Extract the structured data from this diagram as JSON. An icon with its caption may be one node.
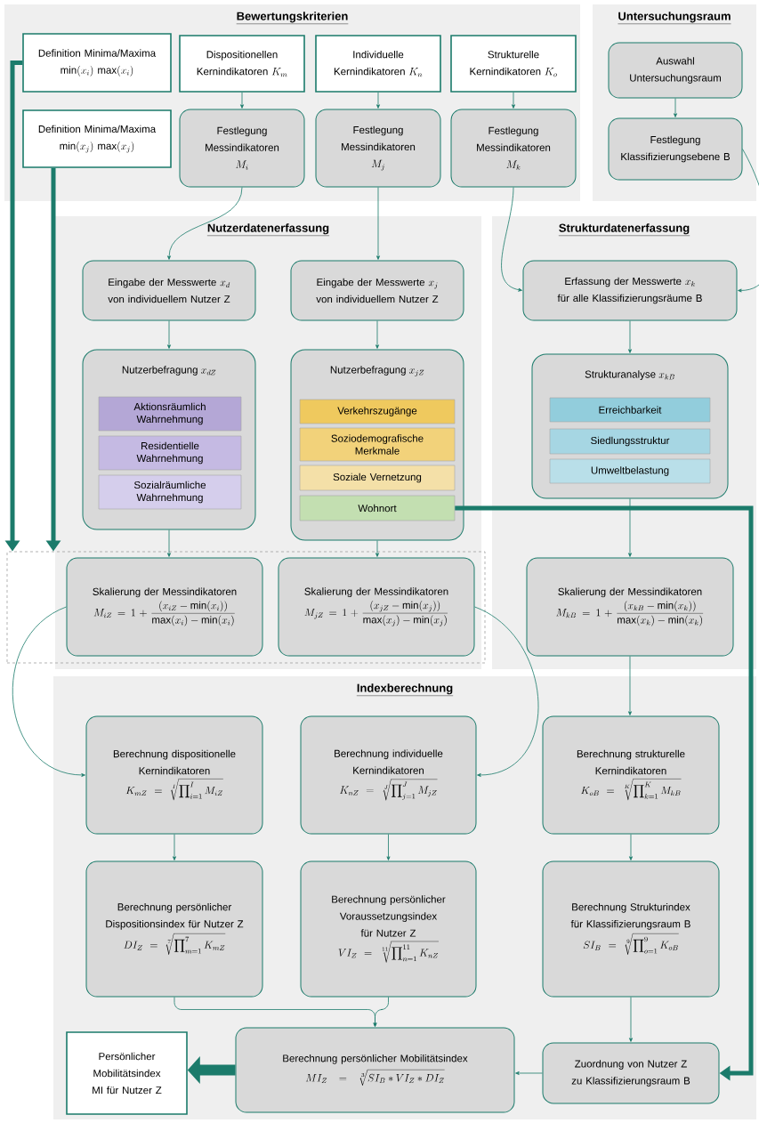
{
  "diagram": {
    "nodes": [
      {
        "text": [
          "Bewertungskriterien"
        ]
      },
      {
        "text": [
          "Definition Minima/Maxima",
          "\\min(x_i)\\,\\max(x_i)"
        ],
        "in": 0
      },
      {
        "text": [
          "Definition Minima/Maxima",
          "\\min(x_j)\\,\\max(x_j)"
        ],
        "in": 0
      },
      {
        "text": [
          "Dispositionellen Kernindikatoren",
          "K_m"
        ],
        "in": 0
      },
      {
        "text": [
          "Individuelle Kernindikatoren",
          "K_n"
        ],
        "in": 0
      },
      {
        "text": [
          "Strukturelle Kernindikatoren",
          "K_o"
        ],
        "in": 0
      },
      {
        "text": [
          "Festlegung Messindikatoren",
          "M_i"
        ],
        "in": 0
      },
      {
        "text": [
          "Festlegung Messindikatoren",
          "M_j"
        ],
        "in": 0
      },
      {
        "text": [
          "Festlegung Messindikatoren",
          "M_k"
        ],
        "in": 0
      },
      {
        "text": [
          "Untersuchungsraum"
        ]
      },
      {
        "text": [
          "Auswahl Untersuchungsraum"
        ],
        "in": 9
      },
      {
        "text": [
          "Festlegung Klassifizierungsebene B"
        ],
        "in": 9
      },
      {
        "text": [
          "Nutzerdatenerfassung"
        ]
      },
      {
        "text": [
          "Eingabe der Messwerte",
          "x_d",
          "von individuellem Nutzer Z"
        ],
        "in": 12
      },
      {
        "text": [
          "Eingabe der Messwerte",
          "x_j",
          "von individuellem Nutzer Z"
        ],
        "in": 12
      },
      {
        "text": [
          "Strukturdatenerfassung"
        ]
      },
      {
        "text": [
          "Erfassung der Messwerte",
          "x_k",
          "für alle Klassifizierungsräume B"
        ],
        "in": 15
      },
      {
        "text": [
          "Nutzerbefragung",
          "x_{dZ}"
        ],
        "in": 12
      },
      {
        "text": [
          "Aktionsräumlich Wahrnehmung"
        ],
        "in": 17
      },
      {
        "text": [
          "Residentielle Wahrnehmung"
        ],
        "in": 17
      },
      {
        "text": [
          "Sozialräumliche Wahrnehmung"
        ],
        "in": 17
      },
      {
        "text": [
          "Nutzerbefragung",
          "x_{jZ}"
        ],
        "in": 12
      },
      {
        "text": [
          "Verkehrszugänge"
        ],
        "in": 21
      },
      {
        "text": [
          "Soziodemografische Merkmale"
        ],
        "in": 21
      },
      {
        "text": [
          "Soziale Vernetzung"
        ],
        "in": 21
      },
      {
        "text": [
          "Wohnort"
        ],
        "in": 21
      },
      {
        "text": [
          "Strukturanalyse",
          "x_{kB}"
        ],
        "in": 15
      },
      {
        "text": [
          "Erreichbarkeit"
        ],
        "in": 26
      },
      {
        "text": [
          "Siedlungsstruktur"
        ],
        "in": 26
      },
      {
        "text": [
          "Umweltbelastung"
        ],
        "in": 26
      },
      {
        "text": [],
        "shape": "box"
      },
      {
        "text": [
          "Skalierung der Messindikatoren",
          "M_{iZ} = 1 + \\frac{(x_{iZ} - \\min(x_i))}{\\max(x_i) - \\min(x_i)}"
        ],
        "in": 30
      },
      {
        "text": [
          "Skalierung der Messindikatoren",
          "M_{jZ} = 1 + \\frac{(x_{jZ} - \\min(x_j))}{\\max(x_j) - \\min(x_j)}"
        ],
        "in": 30
      },
      {
        "text": [
          "Skalierung der Messindikatoren",
          "M_{kB} = 1 + \\frac{(x_{kB} - \\min(x_k))}{\\max(x_k) - \\min(x_k)}"
        ],
        "in": 15
      },
      {
        "text": [
          "Indexberechnung"
        ]
      },
      {
        "text": [
          "Berechnung dispositionelle Kernindikatoren",
          "K_{mZ} = \\sqrt[I]{\\prod\\nolimits_{i=1}^{I} M_{iZ}}"
        ],
        "in": 34
      },
      {
        "text": [
          "Berechnung individuelle Kernindikatoren",
          "K_{nZ} = \\sqrt[J]{\\prod\\nolimits_{j=1}^{J} M_{jZ}}"
        ],
        "in": 34
      },
      {
        "text": [
          "Berechnung strukturelle Kernindikatoren",
          "K_{oB} = \\sqrt[K]{\\prod\\nolimits_{k=1}^{K} M_{kB}}"
        ],
        "in": 34
      },
      {
        "text": [
          "Berechnung persönlicher Dispositionsindex für Nutzer Z",
          "DI_Z = \\sqrt[7]{\\prod\\nolimits_{m=1}^{7} K_{mZ}}"
        ],
        "in": 34
      },
      {
        "text": [
          "Berechnung persönlicher Voraussetzungsindex für Nutzer Z",
          "VI_Z = \\sqrt[11]{\\prod\\nolimits_{n=1}^{11} K_{nZ}}"
        ],
        "in": 34
      },
      {
        "text": [
          "Berechnung Strukturindex für Klassifizierungsraum B",
          "SI_B = \\sqrt[9]{\\prod\\nolimits_{o=1}^{9} K_{oB}}"
        ],
        "in": 34
      },
      {
        "text": [
          "Berechnung persönlicher Mobilitätsindex",
          "MI_Z = \\sqrt[3]{SI_B * VI_Z * DI_Z}"
        ],
        "in": 34
      },
      {
        "text": [
          "Zuordnung von Nutzer Z zu Klassifizierungsraum B"
        ],
        "in": 34
      },
      {
        "text": [
          "Persönlicher Mobilitätsindex MI für Nutzer Z"
        ],
        "in": 34
      }
    ],
    "edges": [
      {
        "from": 1,
        "to": 30,
        "arrow": "to",
        "style": "thick"
      },
      {
        "from": 2,
        "to": 30,
        "arrow": "to",
        "style": "thick"
      },
      {
        "from": 3,
        "to": 6,
        "arrow": "to"
      },
      {
        "from": 4,
        "to": 7,
        "arrow": "to"
      },
      {
        "from": 5,
        "to": 8,
        "arrow": "to"
      },
      {
        "from": 6,
        "to": 13,
        "arrow": "to"
      },
      {
        "from": 7,
        "to": 14,
        "arrow": "to"
      },
      {
        "from": 8,
        "to": 16,
        "arrow": "to"
      },
      {
        "from": 10,
        "to": 11,
        "arrow": "to"
      },
      {
        "from": 11,
        "to": 16,
        "arrow": "to"
      },
      {
        "from": 13,
        "to": 17,
        "arrow": "to"
      },
      {
        "from": 14,
        "to": 21,
        "arrow": "to"
      },
      {
        "from": 16,
        "to": 26,
        "arrow": "to"
      },
      {
        "from": 17,
        "to": 31,
        "arrow": "to"
      },
      {
        "from": 21,
        "to": 32,
        "arrow": "to"
      },
      {
        "from": 26,
        "to": 33,
        "arrow": "to"
      },
      {
        "from": 31,
        "to": 35,
        "arrow": "to"
      },
      {
        "from": 32,
        "to": 36,
        "arrow": "to"
      },
      {
        "from": 33,
        "to": 37,
        "arrow": "to"
      },
      {
        "from": 35,
        "to": 38,
        "arrow": "to"
      },
      {
        "from": 36,
        "to": 39,
        "arrow": "to"
      },
      {
        "from": 37,
        "to": 40,
        "arrow": "to"
      },
      {
        "from": 38,
        "to": 41,
        "arrow": "to"
      },
      {
        "from": 39,
        "to": 41,
        "arrow": "to"
      },
      {
        "from": 40,
        "to": 42,
        "arrow": "to"
      },
      {
        "from": 42,
        "to": 41,
        "arrow": "to"
      },
      {
        "from": 25,
        "to": 42,
        "arrow": "to",
        "style": "thick"
      },
      {
        "from": 41,
        "to": 43,
        "arrow": "to",
        "style": "thick"
      }
    ]
  }
}
